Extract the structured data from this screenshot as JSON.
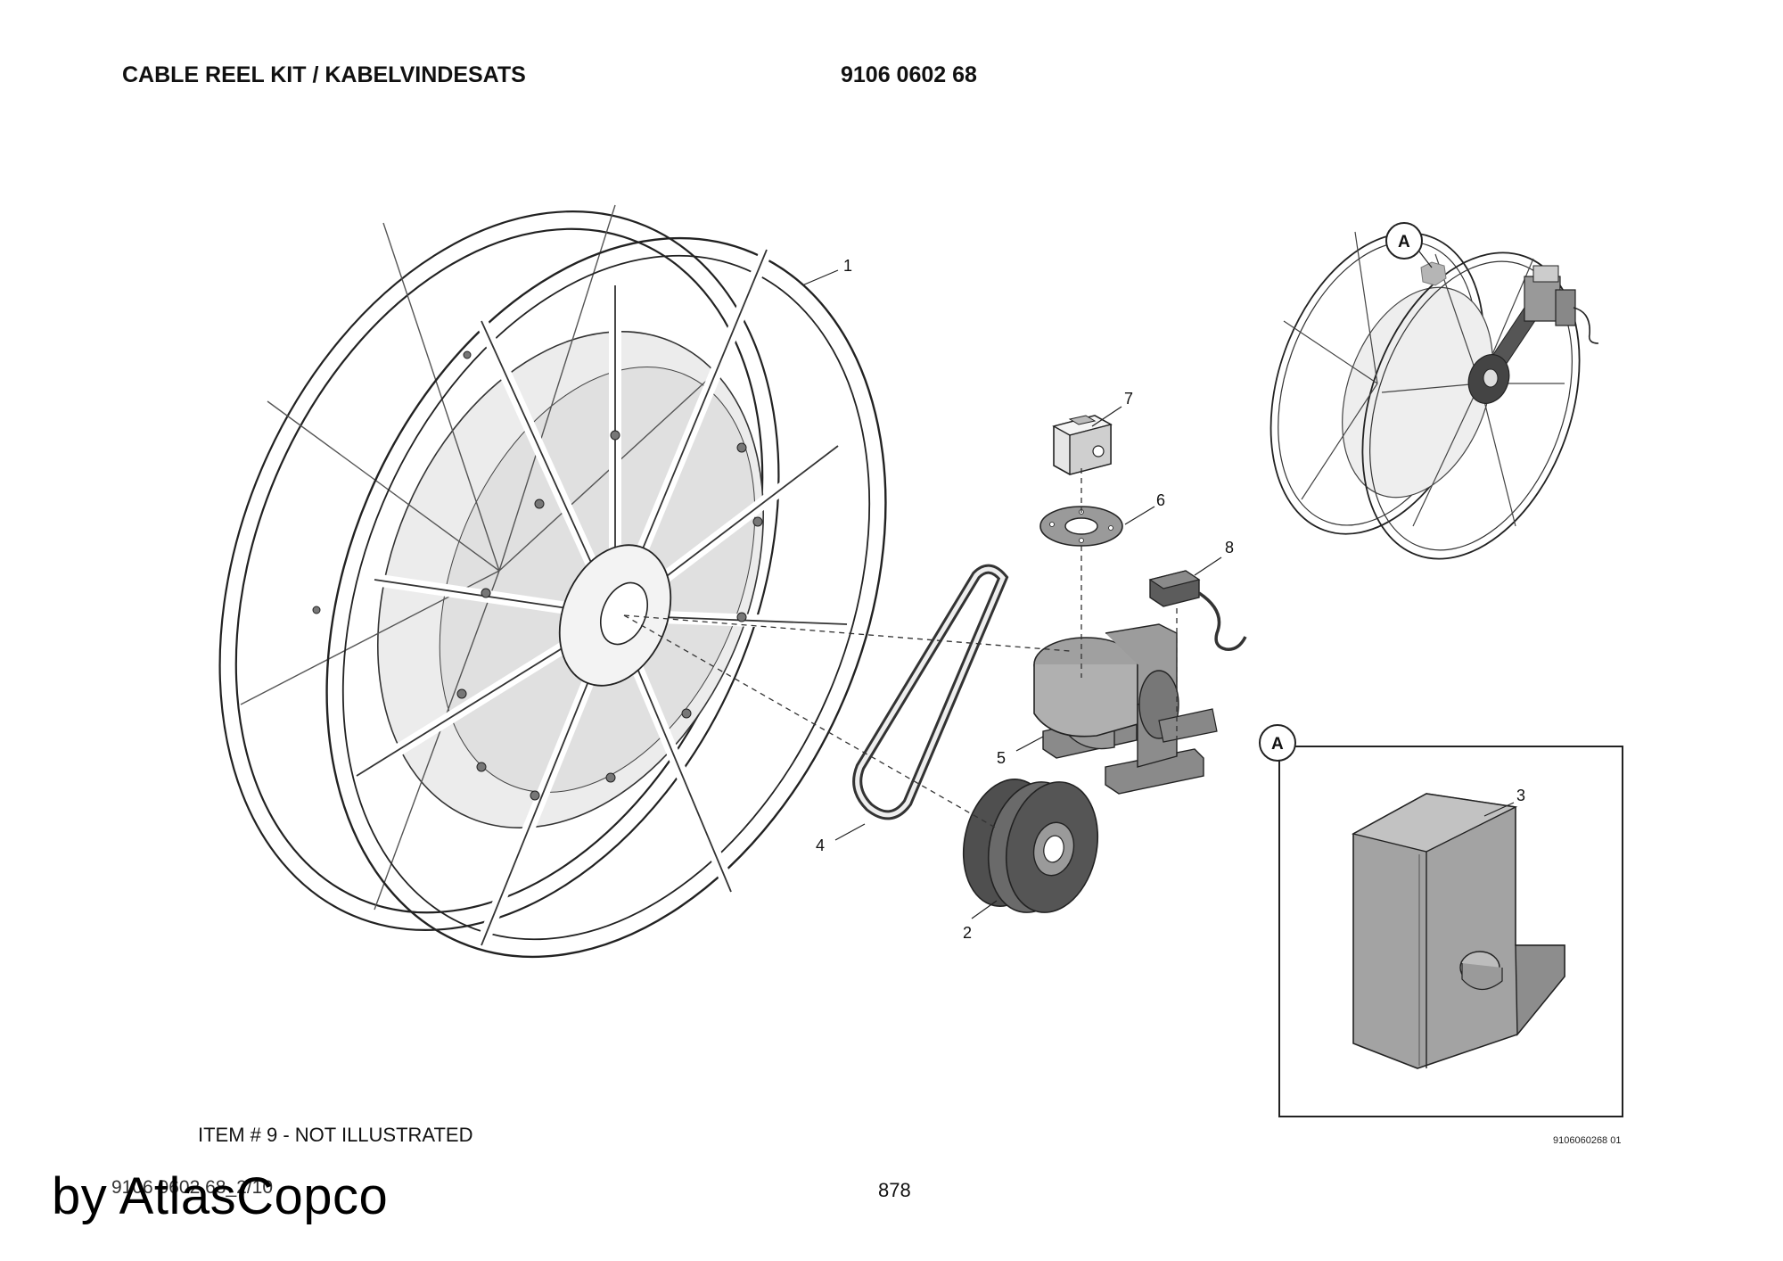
{
  "header": {
    "title": "CABLE REEL KIT / KABELVINDESATS",
    "part_number": "9106 0602 68"
  },
  "footer": {
    "note": "ITEM # 9 - NOT ILLUSTRATED",
    "doc_ref": "9106 0602 68_2/10",
    "page_number": "878",
    "drawing_ref": "9106060268 01",
    "watermark": "by AtlasCopco"
  },
  "callouts": {
    "item_1": "1",
    "item_2": "2",
    "item_3": "3",
    "item_4": "4",
    "item_5": "5",
    "item_6": "6",
    "item_7": "7",
    "item_8": "8",
    "detail_marker": "A",
    "detail_box_marker": "A"
  },
  "colors": {
    "line": "#222222",
    "part_fill": "#a8a8a8",
    "dark_part": "#5a5a5a",
    "light_fill": "#e8e8e8"
  }
}
